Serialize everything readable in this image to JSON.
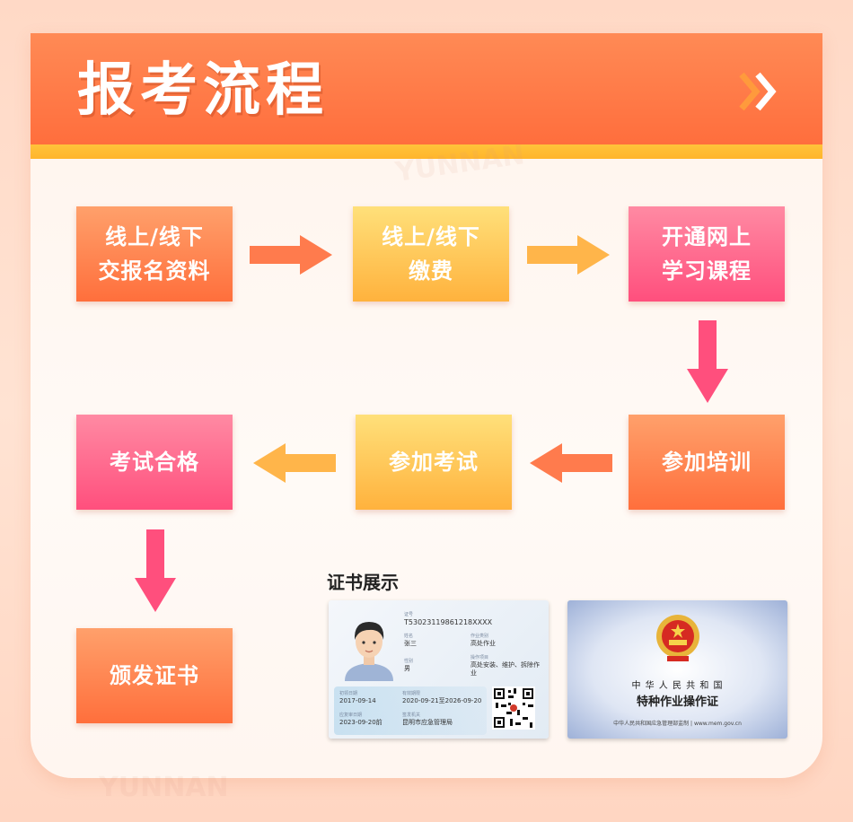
{
  "header": {
    "title": "报考流程",
    "chevron_icon": "double-chevron-right-icon"
  },
  "steps": [
    {
      "id": "step-1",
      "label": "线上/线下\n交报名资料",
      "color": "orange"
    },
    {
      "id": "step-2",
      "label": "线上/线下\n缴费",
      "color": "yellow"
    },
    {
      "id": "step-3",
      "label": "开通网上\n学习课程",
      "color": "pink"
    },
    {
      "id": "step-4",
      "label": "参加培训",
      "color": "orange"
    },
    {
      "id": "step-5",
      "label": "参加考试",
      "color": "yellow"
    },
    {
      "id": "step-6",
      "label": "考试合格",
      "color": "pink"
    },
    {
      "id": "step-7",
      "label": "颁发证书",
      "color": "orange"
    }
  ],
  "certificates": {
    "section_label": "证书展示",
    "card_a": {
      "id_label": "证号",
      "id_value": "T53023119861218XXXX",
      "name_label": "姓名",
      "name_value": "张三",
      "category_label": "作业类别",
      "category_value": "高处作业",
      "gender_label": "性别",
      "gender_value": "男",
      "item_label": "操作项目",
      "item_value": "高处安装、维护、拆除作业",
      "first_date_label": "初领日期",
      "first_date_value": "2017-09-14",
      "valid_label": "有效期限",
      "valid_value": "2020-09-21至2026-09-20",
      "review_label": "应复审日期",
      "review_value": "2023-09-20前",
      "issuer_label": "签发机关",
      "issuer_value": "昆明市应急管理局"
    },
    "card_b": {
      "country": "中 华 人 民 共 和 国",
      "title": "特种作业操作证",
      "footer": "中华人民共和国应急管理部监制  |  www.mem.gov.cn"
    }
  },
  "colors": {
    "header": "#ff6e3d",
    "band": "#ffb52c",
    "orange_arrow": "#ff7b4d",
    "yellow_arrow": "#ffb54a",
    "pink_arrow": "#ff4f7d"
  }
}
